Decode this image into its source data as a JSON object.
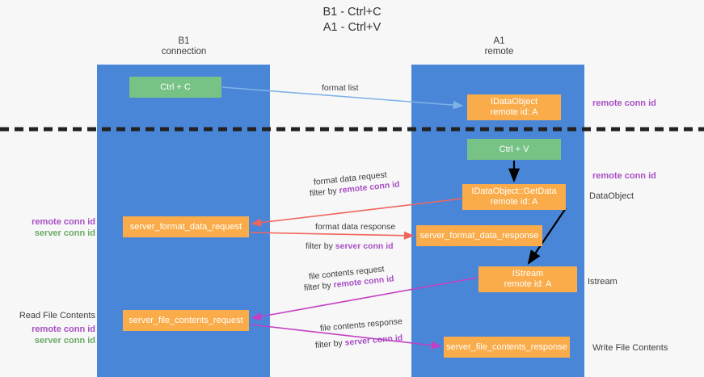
{
  "title": {
    "line1": "B1 - Ctrl+C",
    "line2": "A1 - Ctrl+V"
  },
  "lanes": [
    {
      "id": "b1",
      "name": "B1",
      "role": "connection",
      "color": "#4a86d8"
    },
    {
      "id": "a1",
      "name": "A1",
      "role": "remote",
      "color": "#4a86d8"
    }
  ],
  "boxes": {
    "ctrl_c": "Ctrl + C",
    "idataobject_line1": "IDataObject",
    "idataobject_line2": "remote id: A",
    "ctrl_v": "Ctrl + V",
    "getdata_line1": "IDataObject::GetData",
    "getdata_line2": "remote id: A",
    "server_format_data_request": "server_format_data_request",
    "server_format_data_response": "server_format_data_response",
    "istream_line1": "IStream",
    "istream_line2": "remote id: A",
    "server_file_contents_request": "server_file_contents_request",
    "server_file_contents_response": "server_file_contents_response"
  },
  "flow_labels": {
    "format_list": "format list",
    "format_data_request": "format data request",
    "filter_by": "filter by ",
    "remote_conn_id": "remote conn id",
    "server_conn_id": "server conn id",
    "format_data_response": "format data response",
    "file_contents_request": "file contents request",
    "file_contents_response": "file contents response"
  },
  "side_captions": {
    "remote_conn_id_top": "remote conn id",
    "remote_conn_id_mid": "remote conn id",
    "dataobject": "DataObject",
    "istream": "Istream",
    "write_file_contents": "Write File Contents",
    "read_file_contents": "Read File Contents",
    "left_remote_conn_id": "remote conn id",
    "left_server_conn_id": "server conn id",
    "left_remote_conn_id_2": "remote conn id",
    "left_server_conn_id_2": "server conn id"
  },
  "colors": {
    "lane": "#4a86d8",
    "green_box": "#77c285",
    "orange_box": "#f9ac49",
    "purple_text": "#a84fc4",
    "green_text": "#6aaa64",
    "arrow_blue": "#7fb2e5",
    "arrow_red": "#f0665c",
    "arrow_magenta": "#c43fc4",
    "arrow_black": "#000000",
    "background": "#f7f7f7"
  }
}
